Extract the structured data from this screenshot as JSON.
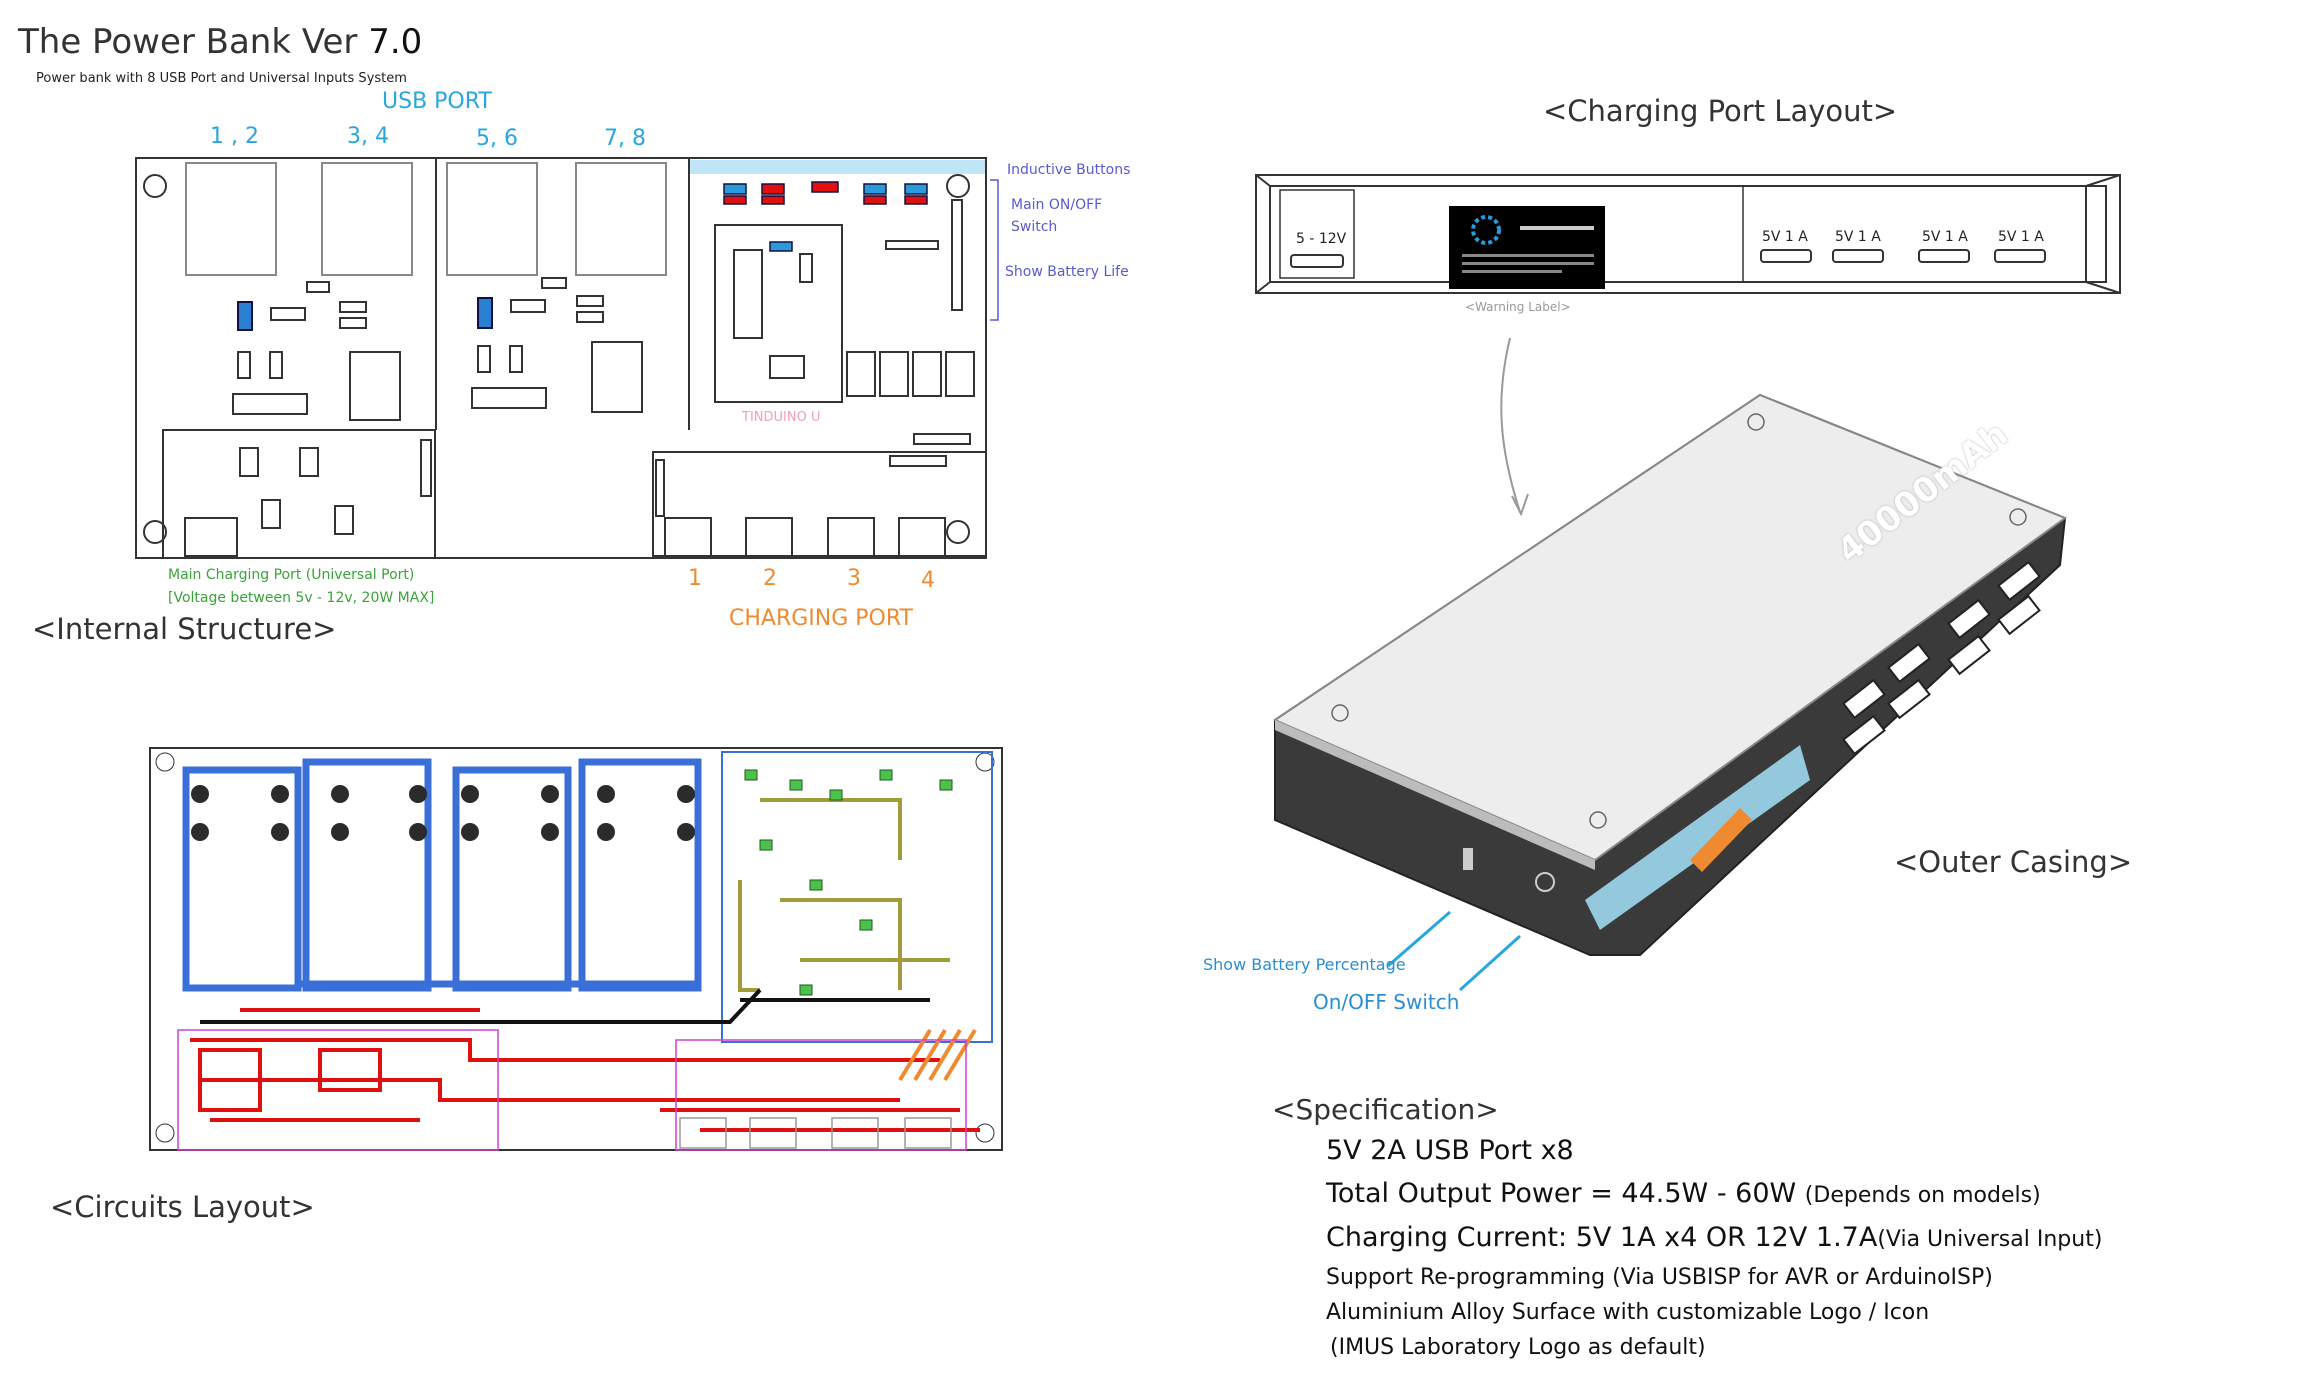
{
  "header": {
    "title_prefix": "The Power Bank Ver ",
    "title_version": "7.0",
    "subtitle": "Power bank with 8 USB Port and Universal Inputs System"
  },
  "internal": {
    "usb_port_label": "USB PORT",
    "usb_groups": [
      "1 , 2",
      "3, 4",
      "5, 6",
      "7, 8"
    ],
    "inductive_buttons": "Inductive Buttons",
    "main_switch_line1": "Main ON/OFF",
    "main_switch_line2": "Switch",
    "show_battery_life": "Show Battery Life",
    "tinduino": "TINDUINO U",
    "main_charging_port": "Main Charging Port (Universal Port)",
    "voltage_note": "[Voltage between 5v - 12v, 20W MAX]",
    "charging_port_numbers": [
      "1",
      "2",
      "3",
      "4"
    ],
    "charging_port_label": "CHARGING PORT",
    "section_title": "<Internal Structure>"
  },
  "circuits": {
    "section_title": "<Circuits Layout>"
  },
  "charging_layout": {
    "section_title": "<Charging Port Layout>",
    "input_label": "5 - 12V",
    "usb_labels": [
      "5V 1 A",
      "5V 1 A",
      "5V 1 A",
      "5V 1 A"
    ],
    "warning_caption": "<Warning Label>"
  },
  "casing": {
    "section_title": "<Outer Casing>",
    "capacity_text": "40000mAh",
    "show_battery_percentage": "Show Battery Percentage",
    "on_off_switch": "On/OFF Switch"
  },
  "specification": {
    "title": "<Specification>",
    "line1": "5V 2A USB Port x8",
    "line2_main": "Total Output Power = 44.5W - 60W ",
    "line2_small": "(Depends on models)",
    "line3_main": "Charging Current: 5V 1A x4 OR 12V 1.7A",
    "line3_small": "(Via Universal Input)",
    "line4": "Support Re-programming (Via USBISP for AVR or ArduinoISP)",
    "line5": "Aluminium Alloy Surface with customizable Logo / Icon",
    "line6": "(IMUS Laboratory Logo as default)"
  },
  "colors": {
    "blue_label": "#27a7e0",
    "orange_label": "#f08a30",
    "green_label": "#3aa33a",
    "purple_label": "#5a5ad0",
    "trace_red": "#e01010",
    "trace_blue": "#3a6fd8"
  }
}
